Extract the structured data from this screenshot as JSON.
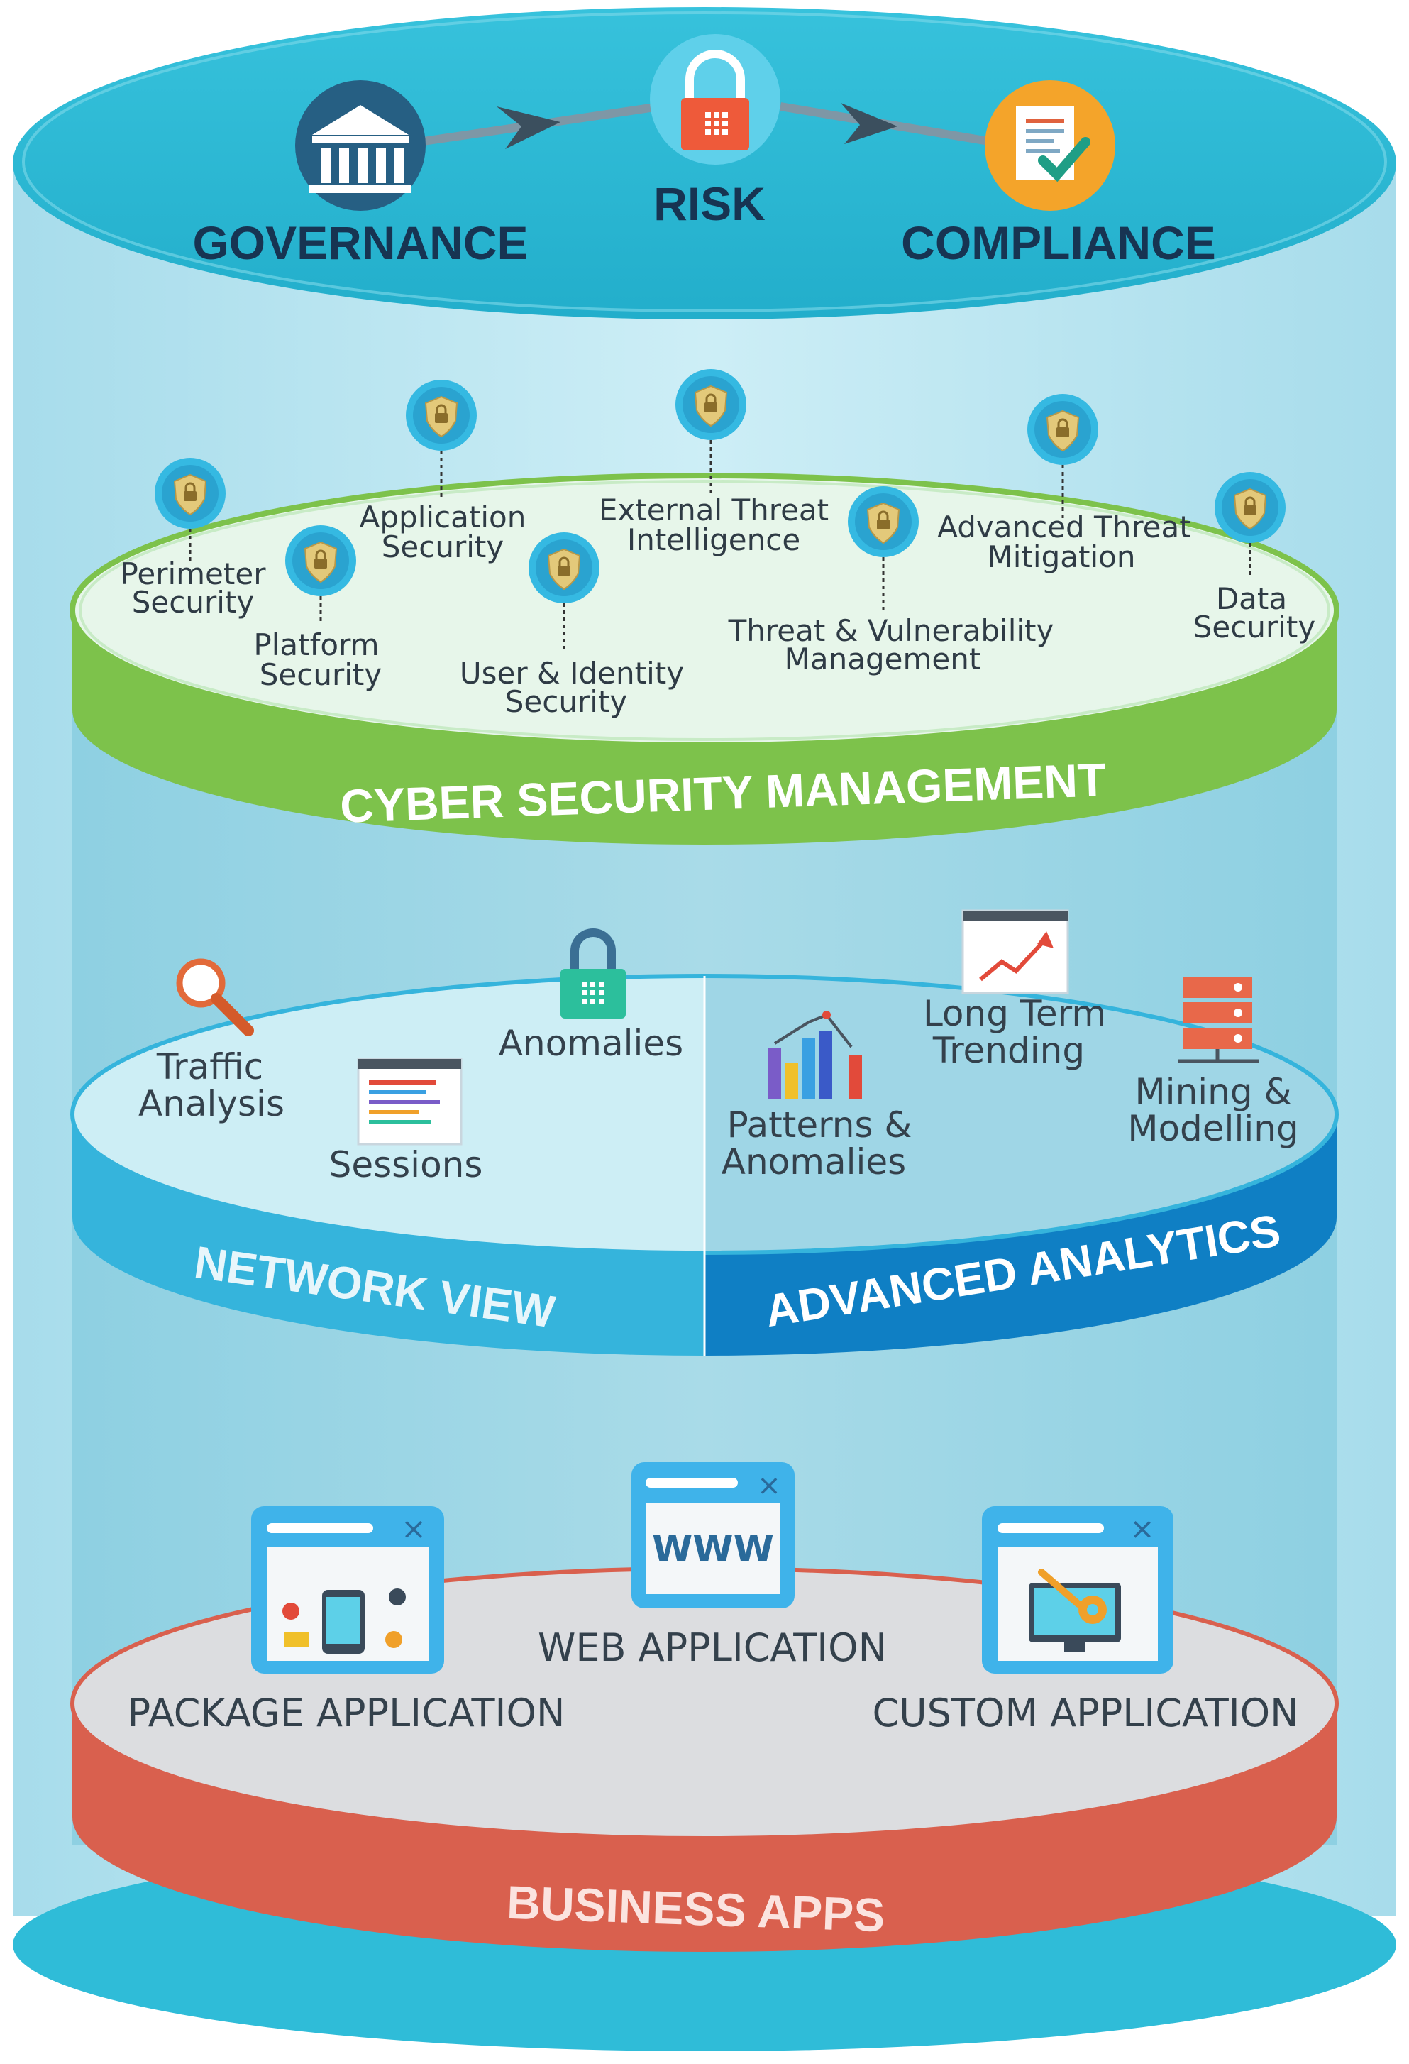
{
  "header": {
    "governance": "GOVERNANCE",
    "risk": "RISK",
    "compliance": "COMPLIANCE"
  },
  "cyber": {
    "title": "CYBER SECURITY MANAGEMENT",
    "items": [
      {
        "l1": "Perimeter",
        "l2": "Security"
      },
      {
        "l1": "Application",
        "l2": "Security"
      },
      {
        "l1": "Platform",
        "l2": "Security"
      },
      {
        "l1": "User & Identity",
        "l2": "Security"
      },
      {
        "l1": "External Threat",
        "l2": "Intelligence"
      },
      {
        "l1": "Threat & Vulnerability",
        "l2": "Management"
      },
      {
        "l1": "Advanced Threat",
        "l2": "Mitigation"
      },
      {
        "l1": "Data",
        "l2": "Security"
      }
    ]
  },
  "network": {
    "title": "NETWORK VIEW",
    "traffic": {
      "l1": "Traffic",
      "l2": "Analysis"
    },
    "anomalies": "Anomalies",
    "sessions": "Sessions"
  },
  "analytics": {
    "title": "ADVANCED ANALYTICS",
    "trending": {
      "l1": "Long Term",
      "l2": "Trending"
    },
    "patterns": {
      "l1": "Patterns &",
      "l2": "Anomalies"
    },
    "mining": {
      "l1": "Mining &",
      "l2": "Modelling"
    }
  },
  "apps": {
    "title": "BUSINESS APPS",
    "package": "PACKAGE APPLICATION",
    "web": "WEB APPLICATION",
    "www": "WWW",
    "custom": "CUSTOM APPLICATION"
  },
  "colors": {
    "outer_cyan": "#2fbcd8",
    "cylinder_body": "#bfe8f2",
    "cyber_green": "#7dc24b",
    "network_cyan": "#35b4dc",
    "analytics_blue": "#0f7fc4",
    "apps_red": "#d9604e",
    "navy": "#183a5a"
  }
}
